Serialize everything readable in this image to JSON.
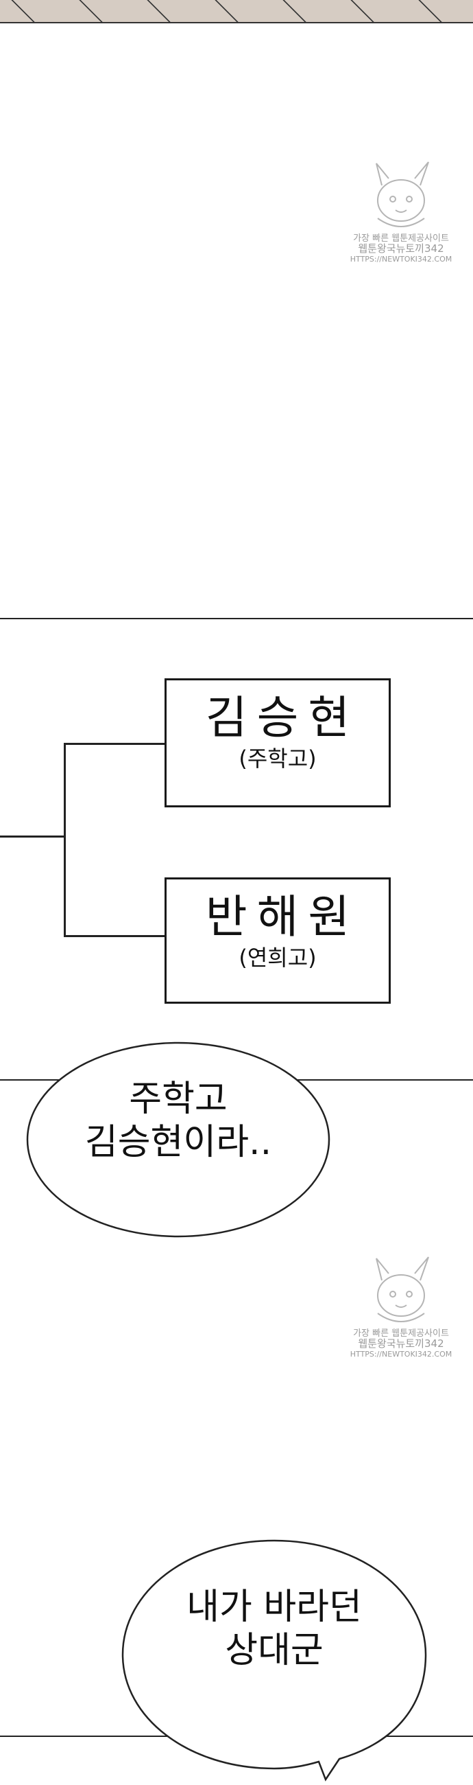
{
  "bracket": {
    "entries": [
      {
        "name": "김승현",
        "school": "(주학고)"
      },
      {
        "name": "반해원",
        "school": "(연희고)"
      }
    ]
  },
  "bubbles": [
    {
      "lines": [
        "주학고",
        "김승현이라.."
      ]
    },
    {
      "lines": [
        "내가 바라던",
        "상대군"
      ]
    }
  ],
  "watermark": {
    "line1": "가장 빠른 웹툰제공사이트",
    "line2": "웹툰왕국뉴토끼342",
    "line3": "HTTPS://NEWTOKI342.COM"
  },
  "colors": {
    "strip": "#d6ccc3",
    "ink": "#222222",
    "watermark": "#9a9a9a"
  }
}
